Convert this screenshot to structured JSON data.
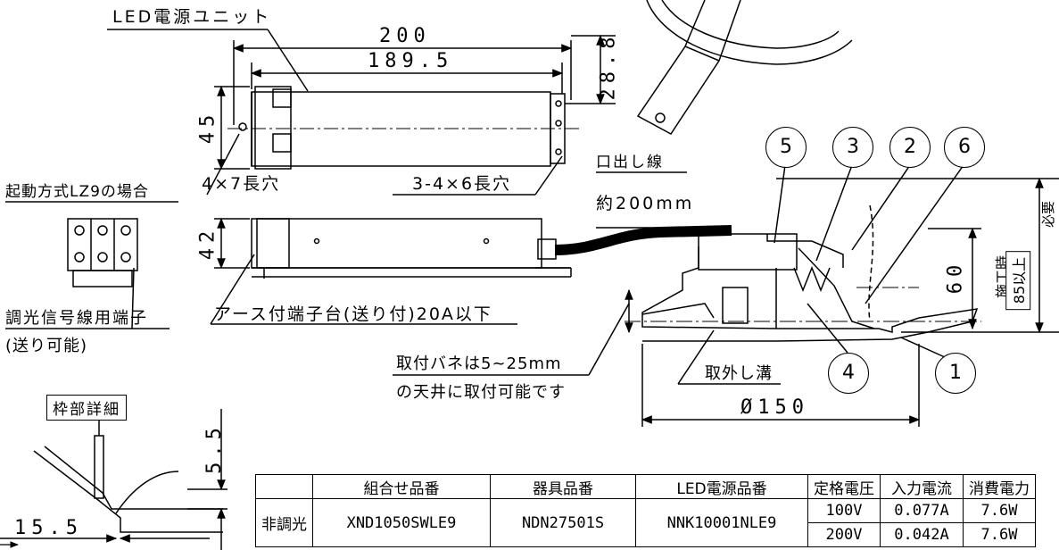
{
  "labels": {
    "led_unit_title": "LED電源ユニット",
    "dim_200": "200",
    "dim_189_5": "189.5",
    "dim_28_8": "28.8",
    "dim_45": "45",
    "dim_42": "42",
    "slot_4x7": "4×7長穴",
    "slot_3_4x6": "3-4×6長穴",
    "lz9_title": "起動方式LZ9の場合",
    "signal_terminal": "調光信号線用端子",
    "feedthrough": "(送り可能)",
    "earth_terminal": "アース付端子台(送り付)20A以下",
    "outlet_wire": "口出し線",
    "wire_length": "約200mm",
    "spring_note_1": "取付バネは5~25mm",
    "spring_note_2": "の天井に取付可能です",
    "removal_groove": "取外し溝",
    "dia_150": "Ø150",
    "dim_60": "60",
    "work_hint": "施工時",
    "dim_85": "85以上",
    "required": "必要",
    "frame_detail": "枠部詳細",
    "dim_5_5": "5.5",
    "dim_15_5": "15.5",
    "callouts": [
      "5",
      "3",
      "2",
      "6",
      "4",
      "1"
    ]
  },
  "table": {
    "headers": [
      "組合せ品番",
      "器具品番",
      "LED電源品番",
      "定格電圧",
      "入力電流",
      "消費電力"
    ],
    "row_label": "非調光",
    "combo": "XND1050SWLE9",
    "fixture": "NDN27501S",
    "led_power": "NNK10001NLE9",
    "rows": [
      {
        "voltage": "100V",
        "current": "0.077A",
        "power": "7.6W"
      },
      {
        "voltage": "200V",
        "current": "0.042A",
        "power": "7.6W"
      }
    ]
  }
}
